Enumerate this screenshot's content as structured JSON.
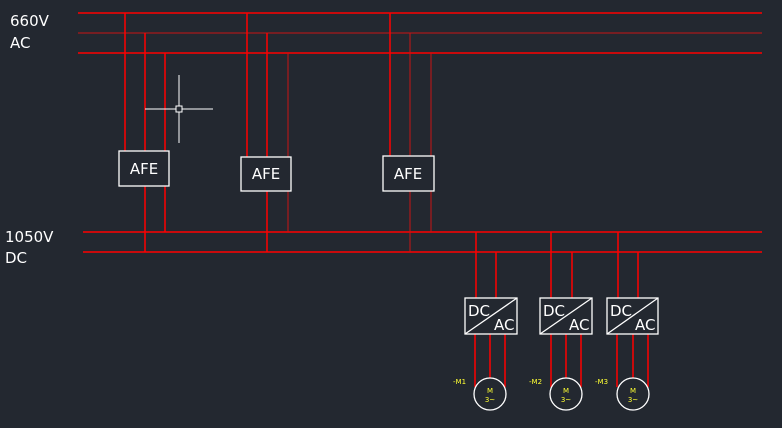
{
  "labels": {
    "ac_voltage": "660V",
    "ac_type": "AC",
    "dc_voltage": "1050V",
    "dc_type": "DC"
  },
  "afe_blocks": [
    {
      "label": "AFE"
    },
    {
      "label": "AFE"
    },
    {
      "label": "AFE"
    }
  ],
  "inverters": [
    {
      "in_label": "DC",
      "out_label": "AC",
      "motor_tag": "-M1",
      "motor_symbol": "M",
      "motor_phase": "3~"
    },
    {
      "in_label": "DC",
      "out_label": "AC",
      "motor_tag": "-M2",
      "motor_symbol": "M",
      "motor_phase": "3~"
    },
    {
      "in_label": "DC",
      "out_label": "AC",
      "motor_tag": "-M3",
      "motor_symbol": "M",
      "motor_phase": "3~"
    }
  ],
  "colors": {
    "background": "#232830",
    "wire": "#ff0000",
    "symbol": "#ffffff",
    "tag": "#ffff33"
  }
}
